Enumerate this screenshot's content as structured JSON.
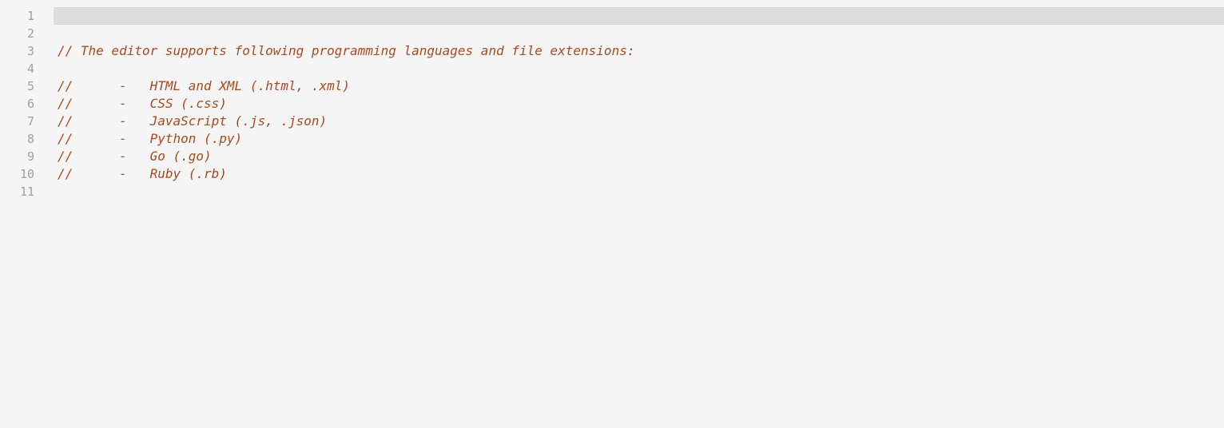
{
  "gutter": {
    "line_numbers": [
      "1",
      "2",
      "3",
      "4",
      "5",
      "6",
      "7",
      "8",
      "9",
      "10",
      "11"
    ]
  },
  "editor": {
    "active_line": 1,
    "lines": [
      "",
      "",
      "// The editor supports following programming languages and file extensions:",
      "",
      "//      -   HTML and XML (.html, .xml)",
      "//      -   CSS (.css)",
      "//      -   JavaScript (.js, .json)",
      "//      -   Python (.py)",
      "//      -   Go (.go)",
      "//      -   Ruby (.rb)",
      ""
    ]
  },
  "colors": {
    "background": "#f5f5f5",
    "active_line": "#dcdcdc",
    "line_number": "#a0a0a0",
    "comment": "#a94a1f"
  }
}
